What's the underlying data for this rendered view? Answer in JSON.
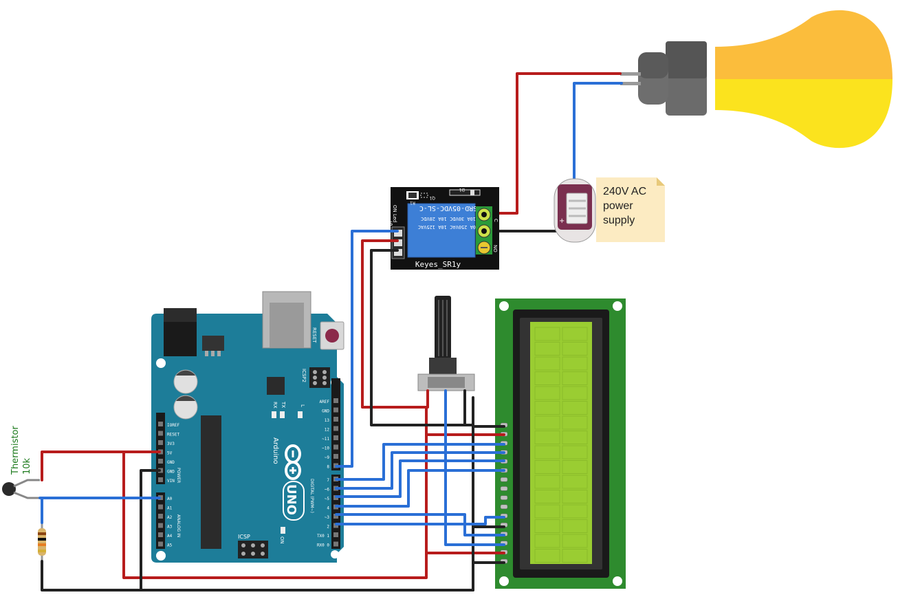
{
  "note": {
    "line1": "240V AC",
    "line2": "power",
    "line3": "supply"
  },
  "thermistor": {
    "name": "Thermistor",
    "value": "10k"
  },
  "relay": {
    "brand": "Keyes_SR1y",
    "model": "SRD-05VDC-SL-C",
    "rating1": "10A 250VAC 10A 125VAC",
    "rating2": "10A 30VDC 10A 28VDC",
    "led_label": "ON Led",
    "pin_label": "S",
    "d1": "D1",
    "r1": "R1",
    "q1": "Q1",
    "c_label": "C",
    "no_label": "NO"
  },
  "arduino": {
    "brand": "Arduino",
    "model": "UNO",
    "reset": "RESET",
    "icsp2": "ICSP2",
    "icsp": "ICSP",
    "tx": "TX",
    "rx": "RX",
    "l": "L",
    "on": "ON",
    "power": "POWER",
    "analog_in": "ANALOG IN",
    "digital": "DIGITAL (PWM~)",
    "power_pins": [
      "IOREF",
      "RESET",
      "3V3",
      "5V",
      "GND",
      "GND",
      "VIN"
    ],
    "analog_pins": [
      "A0",
      "A1",
      "A2",
      "A3",
      "A4",
      "A5"
    ],
    "digital_pins_top": [
      "AREF",
      "GND",
      "13",
      "12",
      "~11",
      "~10",
      "~9",
      "8"
    ],
    "digital_pins_bottom": [
      "7",
      "~6",
      "~5",
      "4",
      "~3",
      "2",
      "TX0 1",
      "RX0 0"
    ]
  },
  "colors": {
    "wire_red": "#b71c1c",
    "wire_blue": "#2a6fd6",
    "wire_black": "#222222",
    "arduino_board": "#1d7d99",
    "relay_board": "#111111",
    "relay_body": "#3d7fd6",
    "lcd_pcb": "#2e8b2e",
    "lcd_screen": "#9acd32",
    "bulb_top": "#fbbd3c",
    "bulb_bottom": "#fbe31e",
    "note_bg": "#fcebc2"
  }
}
